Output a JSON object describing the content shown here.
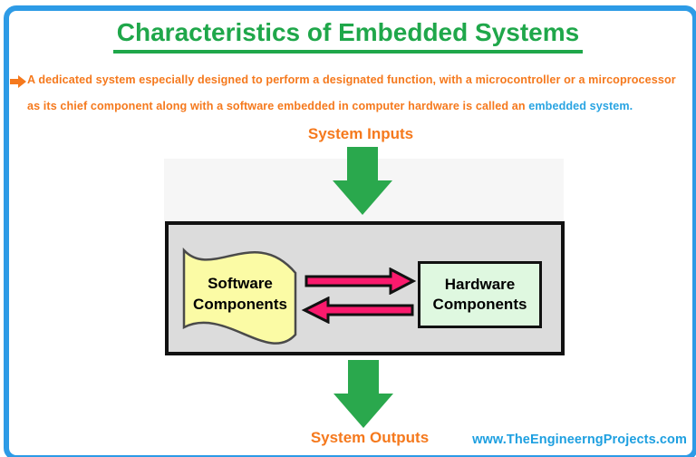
{
  "header": {
    "title": "Characteristics of Embedded Systems"
  },
  "definition": {
    "line1": "A dedicated system especially designed to perform a designated function, with a microcontroller or a mircoprocessor",
    "line2": "as its chief component along with a software embedded in computer hardware is called an",
    "line2_highlight": "embedded system."
  },
  "diagram": {
    "input_label": "System Inputs",
    "output_label": "System Outputs",
    "software_box": "Software Components",
    "hardware_box": "Hardware Components"
  },
  "footer": {
    "website": "www.TheEngineerngProjects.com"
  },
  "icons": {
    "bullet": "orange-right-arrow",
    "flow_arrows": "green-down-arrow",
    "exchange_arrows": "pink-horizontal-arrows"
  },
  "colors": {
    "title_green": "#1FA74A",
    "arrow_green": "#2AA84D",
    "text_orange": "#F5791D",
    "highlight_blue": "#29A4E2",
    "website_blue": "#1D9FE0",
    "frame_blue": "#2D9BE6",
    "arrow_pink": "#FA1A6D",
    "software_yellow": "#FBFBA5",
    "hardware_green": "#DFF8E0",
    "panel_gray": "#DCDCDC"
  }
}
